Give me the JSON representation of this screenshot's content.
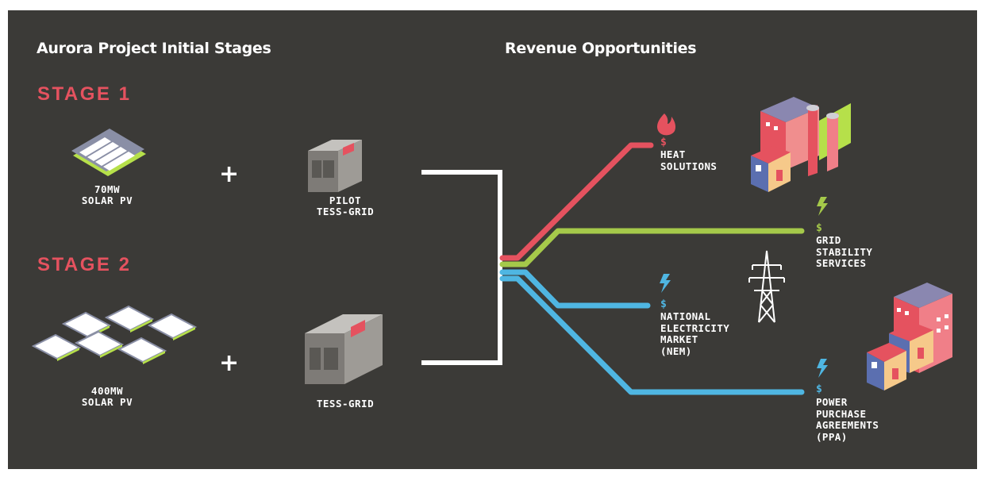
{
  "headings": {
    "left": "Aurora Project Initial Stages",
    "right": "Revenue Opportunities"
  },
  "stages": [
    {
      "title": "STAGE 1",
      "solar_label": "70MW\nSOLAR PV",
      "plus": "+",
      "storage_label": "PILOT\nTESS-GRID"
    },
    {
      "title": "STAGE 2",
      "solar_label": "400MW\nSOLAR PV",
      "plus": "+",
      "storage_label": "TESS-GRID"
    }
  ],
  "revenue": [
    {
      "currency": "$",
      "label": "HEAT\nSOLUTIONS",
      "icon": "flame-icon",
      "color": "#e5525f"
    },
    {
      "currency": "$",
      "label": "GRID\nSTABILITY\nSERVICES",
      "icon": "lightning-icon",
      "color": "#a5c94a"
    },
    {
      "currency": "$",
      "label": "NATIONAL\nELECTRICITY\nMARKET\n(NEM)",
      "icon": "lightning-icon",
      "color": "#4fb6e2"
    },
    {
      "currency": "$",
      "label": "POWER\nPURCHASE\nAGREEMENTS\n(PPA)",
      "icon": "lightning-icon",
      "color": "#4fb6e2"
    }
  ],
  "colors": {
    "background": "#3b3a37",
    "stage_title": "#e5525f",
    "heat_line": "#e5525f",
    "grid_line": "#a5c94a",
    "market_line": "#4fb6e2"
  }
}
